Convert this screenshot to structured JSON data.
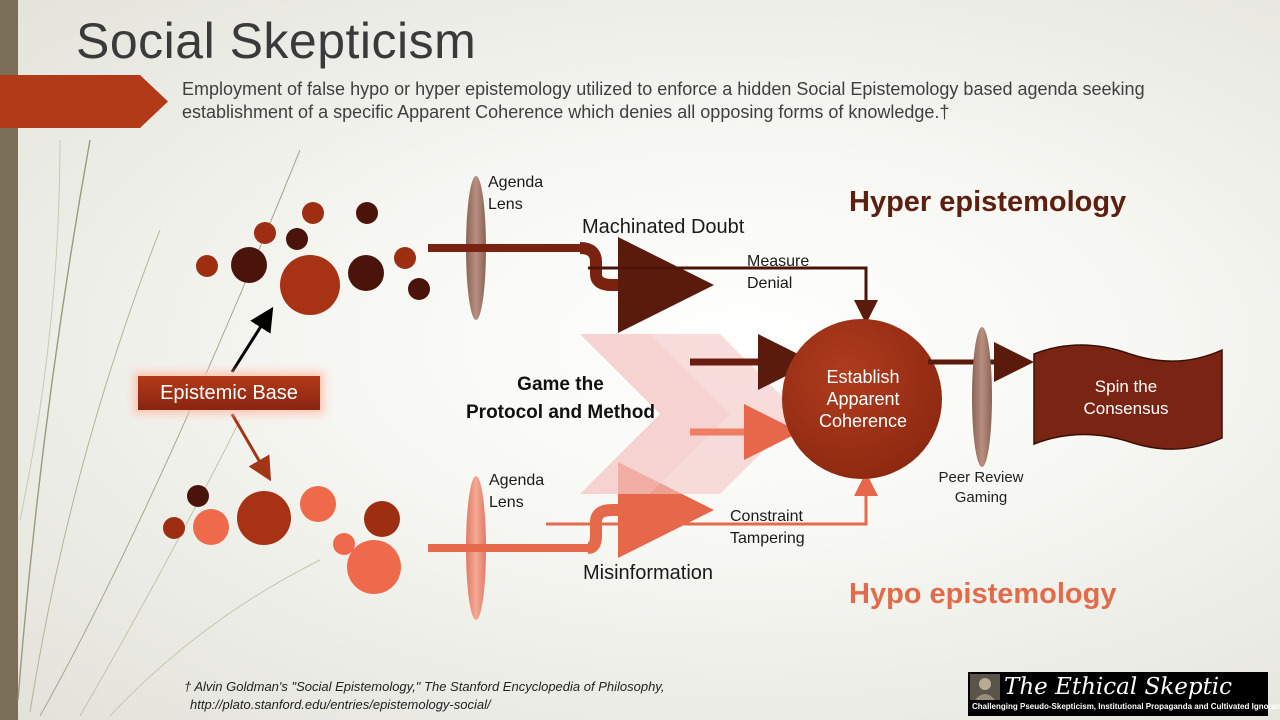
{
  "title": "Social Skepticism",
  "subtitle": "Employment of false hypo or hyper epistemology utilized to enforce a hidden Social Epistemology based agenda seeking establishment of a specific Apparent Coherence which denies all opposing forms of knowledge.†",
  "labels": {
    "agenda_lens_top": "Agenda\nLens",
    "agenda_lens_bottom": "Agenda\nLens",
    "machinated_doubt": "Machinated Doubt",
    "measure_denial": "Measure\nDenial",
    "hyper_epistemology": "Hyper epistemology",
    "hypo_epistemology": "Hypo epistemology",
    "game_protocol": "Game the\nProtocol and Method",
    "establish_coherence": "Establish\nApparent\nCoherence",
    "spin_consensus": "Spin the\nConsensus",
    "peer_review": "Peer Review\nGaming",
    "constraint_tampering": "Constraint\nTampering",
    "misinformation": "Misinformation",
    "epistemic_base": "Epistemic Base"
  },
  "footnote": {
    "line1": "† Alvin Goldman's \"Social Epistemology,\" The Stanford Encyclopedia of Philosophy,",
    "line2": "http://plato.stanford.edu/entries/epistemology-social/"
  },
  "logo": {
    "title": "The Ethical Skeptic",
    "tagline": "Challenging Pseudo-Skepticism, Institutional Propaganda and Cultivated Ignorance"
  },
  "colors": {
    "dark_red": "#9a2c12",
    "darkest": "#4a140a",
    "salmon": "#ee6a4a",
    "accent_bar": "#7a6f56"
  }
}
